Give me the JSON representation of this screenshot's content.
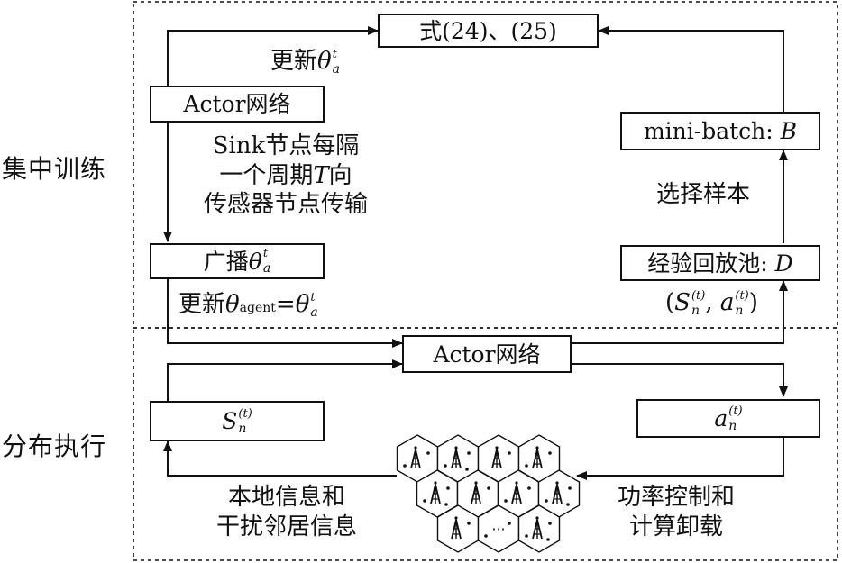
{
  "section_labels": {
    "centralized_training": "集中训练",
    "distributed_execution": "分布执行"
  },
  "boxes": {
    "equation": "式(24)、(25)",
    "actor_top": "Actor网络",
    "minibatch_prefix": "mini-batch: ",
    "minibatch_var": "B",
    "broadcast_prefix": "广播",
    "broadcast_theta": "θ",
    "broadcast_sup": "t",
    "broadcast_sub": "a",
    "replay_prefix": "经验回放池: ",
    "replay_var": "D",
    "actor_bottom": "Actor网络",
    "state_var": "S",
    "state_sup": "(t)",
    "state_sub": "n",
    "action_var": "a",
    "action_sup": "(t)",
    "action_sub": "n"
  },
  "labels": {
    "update_top_prefix": "更新",
    "update_top_theta": "θ",
    "update_top_sup": "t",
    "update_top_sub": "a",
    "sink_line1": "Sink节点每隔",
    "sink_line2_a": "一个周期",
    "sink_line2_T": "T",
    "sink_line2_b": "向",
    "sink_line3": "传感器节点传输",
    "select_samples": "选择样本",
    "update_agent_prefix": "更新",
    "update_agent_theta": "θ",
    "update_agent_sub": "agent",
    "update_agent_eq": "=",
    "update_agent_theta2": "θ",
    "update_agent_sup2": "t",
    "update_agent_sub2": "a",
    "tuple_open": "(",
    "tuple_S": "S",
    "tuple_S_sup": "(t)",
    "tuple_S_sub": "n",
    "tuple_comma": ", ",
    "tuple_a": "a",
    "tuple_a_sup": "(t)",
    "tuple_a_sub": "n",
    "tuple_close": ")",
    "local_info_line1": "本地信息和",
    "local_info_line2": "干扰邻居信息",
    "power_line1": "功率控制和",
    "power_line2": "计算卸载",
    "ellipsis": "···"
  },
  "network_icons": "cell-tower-icon"
}
